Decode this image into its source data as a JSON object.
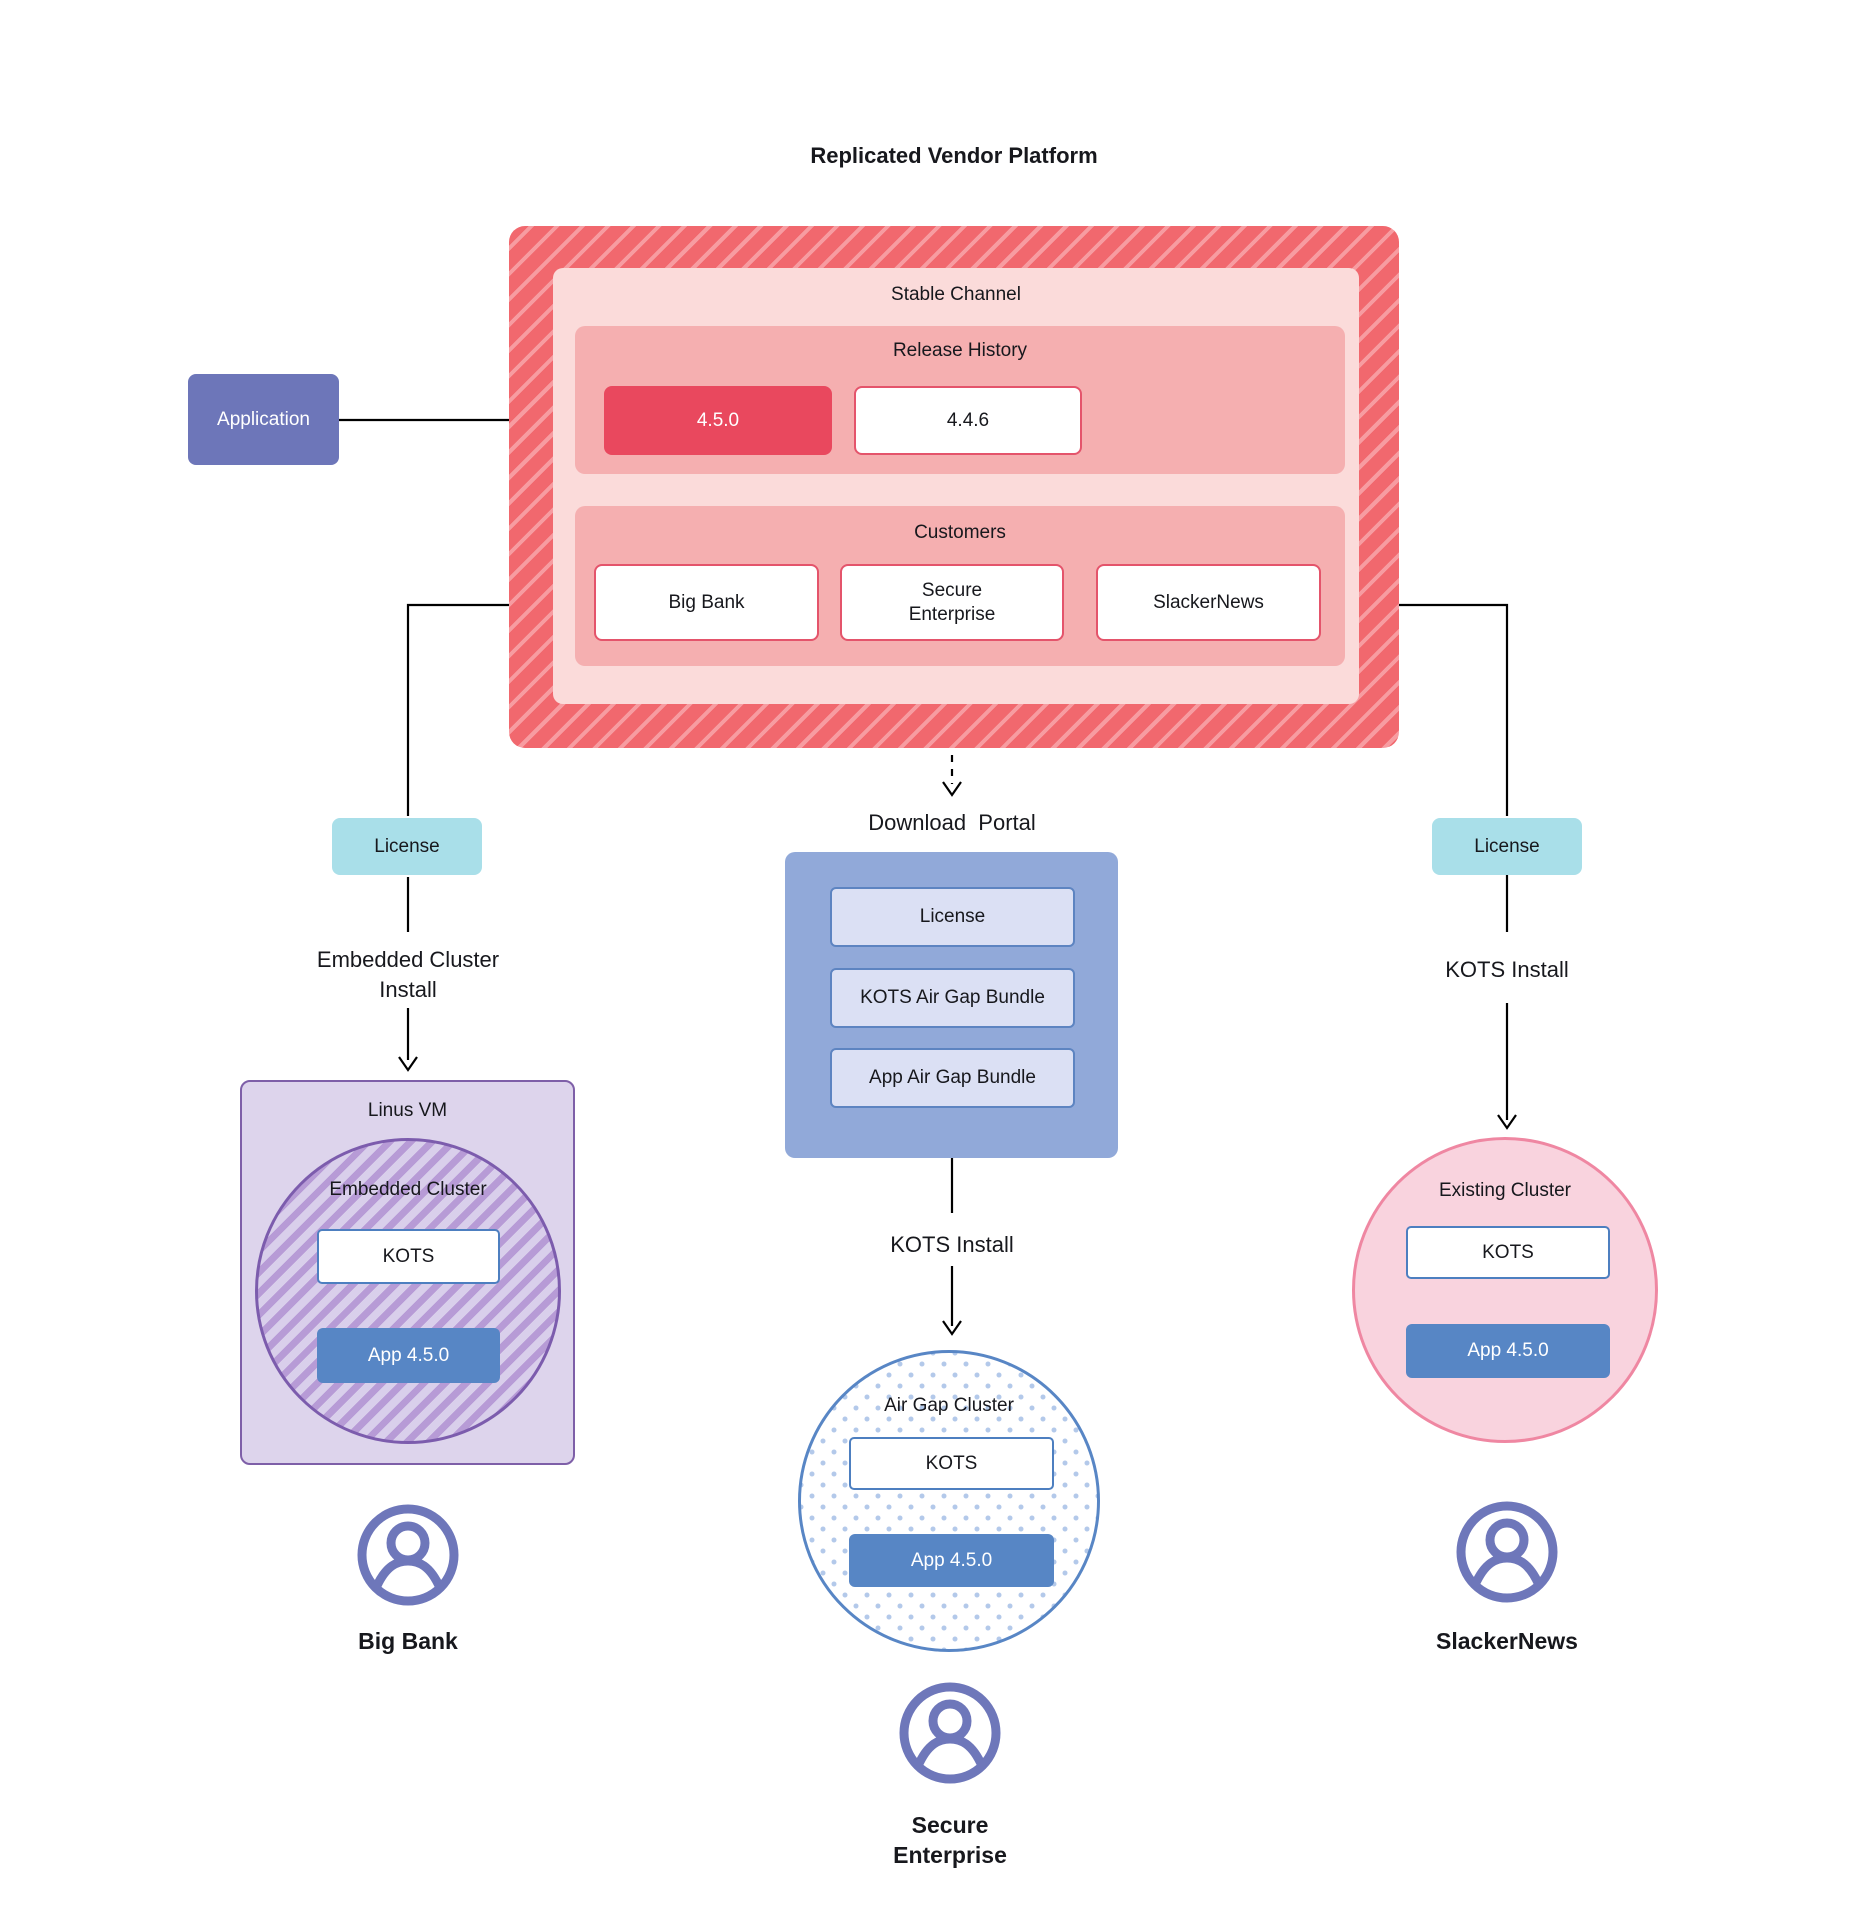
{
  "title": "Replicated Vendor Platform",
  "application": {
    "label": "Application"
  },
  "platform": {
    "stable_channel_label": "Stable Channel",
    "release_history_label": "Release History",
    "release_current": "4.5.0",
    "release_previous": "4.4.6",
    "customers_label": "Customers",
    "customer_1": "Big Bank",
    "customer_2": "Secure\nEnterprise",
    "customer_3": "SlackerNews"
  },
  "left_branch": {
    "license_label": "License",
    "install_label": "Embedded Cluster\nInstall",
    "vm_label": "Linus VM",
    "cluster_label": "Embedded Cluster",
    "kots_label": "KOTS",
    "app_label": "App 4.5.0",
    "person_label": "Big Bank"
  },
  "middle_branch": {
    "portal_title": "Download  Portal",
    "portal_item_1": "License",
    "portal_item_2": "KOTS Air Gap Bundle",
    "portal_item_3": "App Air Gap Bundle",
    "install_label": "KOTS Install",
    "cluster_label": "Air Gap Cluster",
    "kots_label": "KOTS",
    "app_label": "App 4.5.0",
    "person_label": "Secure\nEnterprise"
  },
  "right_branch": {
    "license_label": "License",
    "install_label": "KOTS Install",
    "cluster_label": "Existing Cluster",
    "kots_label": "KOTS",
    "app_label": "App 4.5.0",
    "person_label": "SlackerNews"
  },
  "colors": {
    "red-base": "#f1686e",
    "red-stripe": "#f79ca1",
    "pink-light": "#fbdbda",
    "salmon": "#f5afb0",
    "red-accent": "#e9485e",
    "red-border": "#e4546b",
    "app-purple": "#6d76b9",
    "teal": "#a9dfe9",
    "portal-blue": "#91a9d9",
    "portal-item-bg": "#dbe0f4",
    "portal-item-border": "#5d84c1",
    "blue-border": "#4d7fc0",
    "app-blue": "#5786c5",
    "vm-bg": "#ddd4ec",
    "vm-border": "#7e5fa8",
    "cluster-stripe-dark": "#b79bd6",
    "cluster-stripe-light": "#d9cfeb",
    "cluster-border": "#7c5cad",
    "airgap-dot": "#b3c9ea",
    "airgap-border": "#5886c5",
    "existing-bg": "#f9d3de",
    "existing-border": "#ef87a2",
    "person": "#6e77ba",
    "line": "#000000",
    "text": "#17181d"
  }
}
